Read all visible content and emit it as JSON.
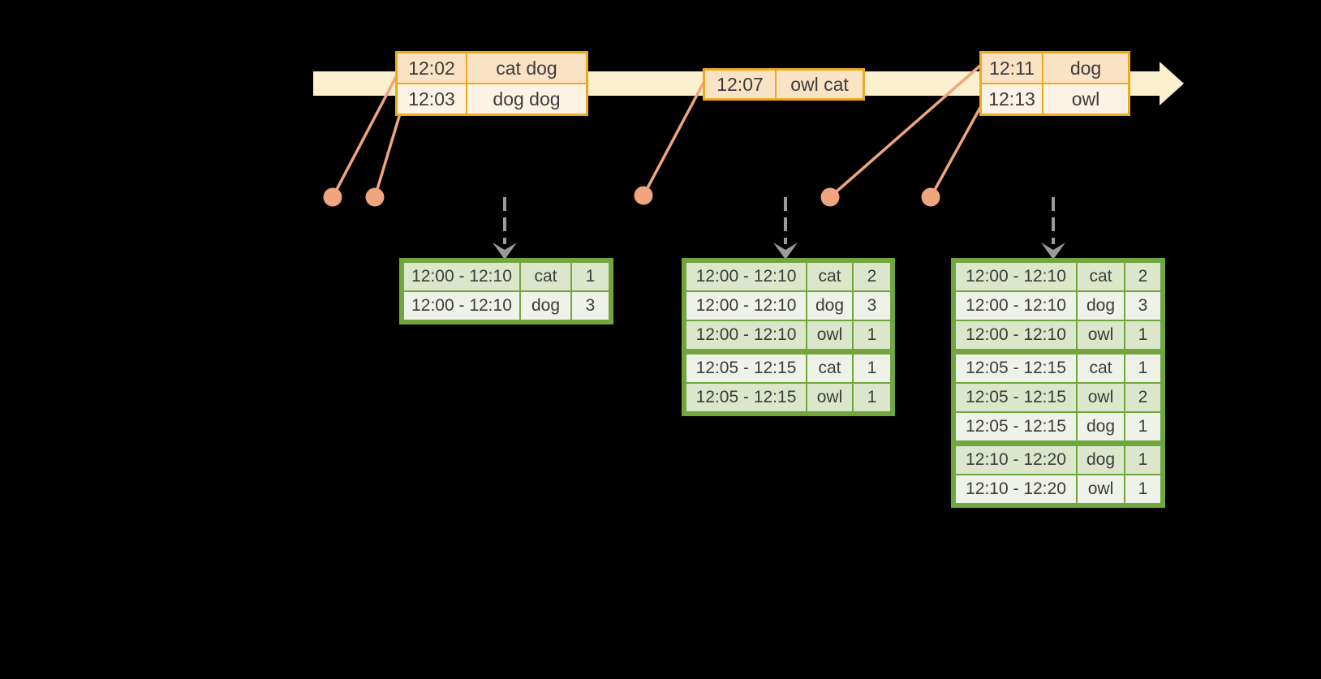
{
  "colors": {
    "background": "#000000",
    "timeline_band": "#FBF1CE",
    "event_border": "#ECAB1D",
    "event_fill_peach": "#FAE3C4",
    "event_fill_cream": "#FDF3E5",
    "marker_salmon": "#EFA57D",
    "arrow_gray": "#9B9B9B",
    "table_border_green": "#71A63F",
    "row_fill_dark": "#DBE6CA",
    "row_fill_light": "#EFF2E9",
    "text": "#3C3C3C"
  },
  "timeline": {
    "event_groups": [
      {
        "rows": [
          {
            "time": "12:02",
            "words": "cat dog"
          },
          {
            "time": "12:03",
            "words": "dog dog"
          }
        ]
      },
      {
        "rows": [
          {
            "time": "12:07",
            "words": "owl cat"
          }
        ]
      },
      {
        "rows": [
          {
            "time": "12:11",
            "words": "dog"
          },
          {
            "time": "12:13",
            "words": "owl"
          }
        ]
      }
    ]
  },
  "result_tables": [
    {
      "rows": [
        {
          "window": "12:00 - 12:10",
          "word": "cat",
          "count": "1"
        },
        {
          "window": "12:00 - 12:10",
          "word": "dog",
          "count": "3"
        }
      ]
    },
    {
      "rows": [
        {
          "window": "12:00 - 12:10",
          "word": "cat",
          "count": "2"
        },
        {
          "window": "12:00 - 12:10",
          "word": "dog",
          "count": "3"
        },
        {
          "window": "12:00 - 12:10",
          "word": "owl",
          "count": "1"
        },
        {
          "window": "12:05 - 12:15",
          "word": "cat",
          "count": "1"
        },
        {
          "window": "12:05 - 12:15",
          "word": "owl",
          "count": "1"
        }
      ]
    },
    {
      "rows": [
        {
          "window": "12:00 - 12:10",
          "word": "cat",
          "count": "2"
        },
        {
          "window": "12:00 - 12:10",
          "word": "dog",
          "count": "3"
        },
        {
          "window": "12:00 - 12:10",
          "word": "owl",
          "count": "1"
        },
        {
          "window": "12:05 - 12:15",
          "word": "cat",
          "count": "1"
        },
        {
          "window": "12:05 - 12:15",
          "word": "owl",
          "count": "2"
        },
        {
          "window": "12:05 - 12:15",
          "word": "dog",
          "count": "1"
        },
        {
          "window": "12:10 - 12:20",
          "word": "dog",
          "count": "1"
        },
        {
          "window": "12:10 - 12:20",
          "word": "owl",
          "count": "1"
        }
      ]
    }
  ]
}
